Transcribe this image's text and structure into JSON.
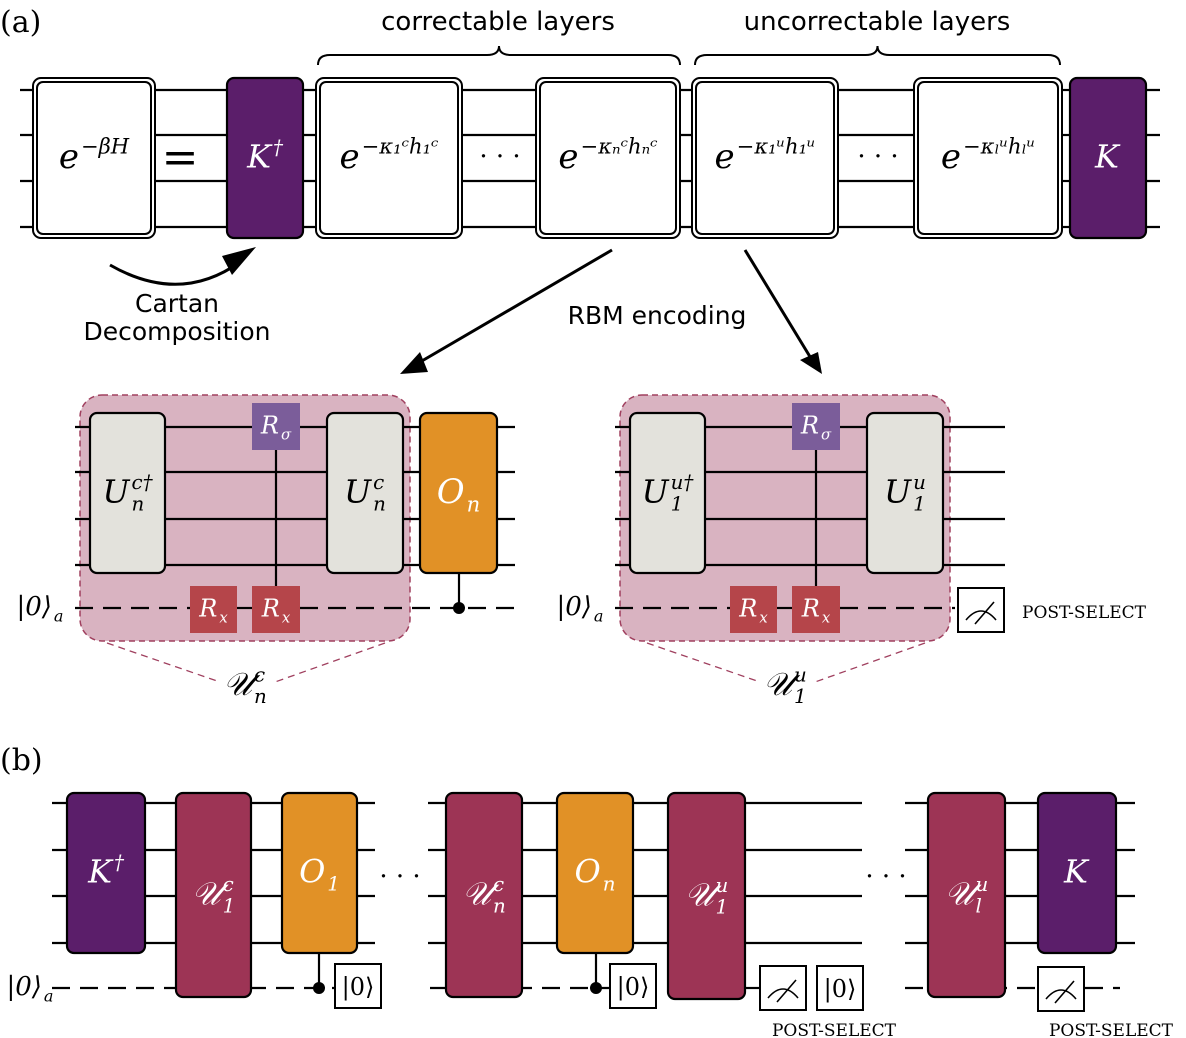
{
  "colors": {
    "k_gate": "#5b1e6a",
    "u_block": "#9d3455",
    "o_gate": "#e19126",
    "panel": "#d9b3c1",
    "panel_border": "#a0405f",
    "rx_gate": "#b5454a",
    "rsigma_gate": "#7b5d9a",
    "unitary_gate": "#e3e2dc"
  },
  "part_a": {
    "label": "(a)",
    "brace_correctable": "correctable layers",
    "brace_uncorrectable": "uncorrectable layers",
    "lhs": {
      "base": "e",
      "sup": "−βH"
    },
    "equals": "=",
    "k_dagger": {
      "base": "K",
      "sup": "†"
    },
    "layer_c1": {
      "base": "e",
      "sup": "−κ₁ᶜh₁ᶜ"
    },
    "layer_cn": {
      "base": "e",
      "sup": "−κₙᶜhₙᶜ"
    },
    "layer_u1": {
      "base": "e",
      "sup": "−κ₁ᵘh₁ᵘ"
    },
    "layer_ul": {
      "base": "e",
      "sup": "−κₗᵘhₗᵘ"
    },
    "k": {
      "base": "K"
    },
    "ellipsis": "· · ·",
    "cartan_line1": "Cartan",
    "cartan_line2": "Decomposition",
    "rbm_encoding": "RBM encoding",
    "left_panel": {
      "ancilla": {
        "base": "|0⟩",
        "sub": "a"
      },
      "u_dagger": {
        "base": "U",
        "sup": "c†",
        "sub": "n"
      },
      "r_sigma": {
        "base": "R",
        "sub": "σ"
      },
      "rx1": {
        "base": "R",
        "sub": "x"
      },
      "rx2": {
        "base": "R",
        "sub": "x"
      },
      "u": {
        "base": "U",
        "sup": "c",
        "sub": "n"
      },
      "o": {
        "base": "O",
        "sub": "n"
      },
      "block_label": {
        "base": "𝒰",
        "sup": "c",
        "sub": "n"
      }
    },
    "right_panel": {
      "ancilla": {
        "base": "|0⟩",
        "sub": "a"
      },
      "u_dagger": {
        "base": "U",
        "sup": "u†",
        "sub": "1"
      },
      "r_sigma": {
        "base": "R",
        "sub": "σ"
      },
      "rx1": {
        "base": "R",
        "sub": "x"
      },
      "rx2": {
        "base": "R",
        "sub": "x"
      },
      "u": {
        "base": "U",
        "sup": "u",
        "sub": "1"
      },
      "post_select": "POST-SELECT",
      "block_label": {
        "base": "𝒰",
        "sup": "u",
        "sub": "1"
      }
    }
  },
  "part_b": {
    "label": "(b)",
    "ancilla": {
      "base": "|0⟩",
      "sub": "a"
    },
    "k_dagger": {
      "base": "K",
      "sup": "†"
    },
    "u_c1": {
      "base": "𝒰",
      "sup": "c",
      "sub": "1"
    },
    "o1": {
      "base": "O",
      "sub": "1"
    },
    "reset1": "|0⟩",
    "u_cn": {
      "base": "𝒰",
      "sup": "c",
      "sub": "n"
    },
    "on": {
      "base": "O",
      "sub": "n"
    },
    "reset2": "|0⟩",
    "u_u1": {
      "base": "𝒰",
      "sup": "u",
      "sub": "1"
    },
    "reset3": "|0⟩",
    "post_select_1": "POST-SELECT",
    "u_ul": {
      "base": "𝒰",
      "sup": "u",
      "sub": "l"
    },
    "k": {
      "base": "K"
    },
    "post_select_2": "POST-SELECT",
    "ellipsis": "· · ·"
  }
}
